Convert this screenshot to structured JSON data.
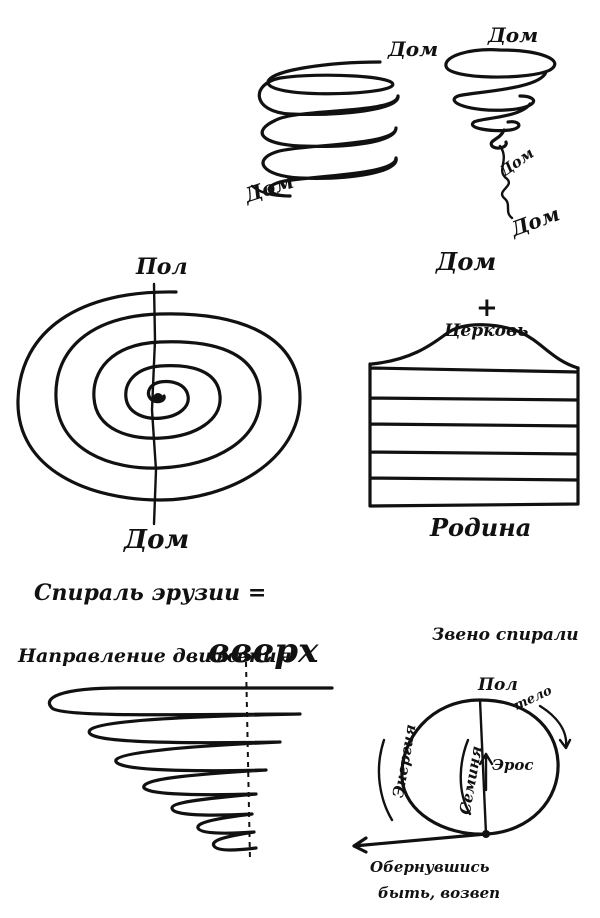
{
  "colors": {
    "ink": "#111111",
    "paper": "#ffffff"
  },
  "top_spirals": {
    "left_top_label": "Дом",
    "left_bottom_label": "Дом",
    "right_top_label": "Дом",
    "right_mid_label": "Дом",
    "right_bottom_label": "Дом"
  },
  "concentric": {
    "top_label": "Пол",
    "bottom_label": "Дом"
  },
  "layered_house": {
    "top_label": "Дом",
    "cross": "+",
    "dome_label": "Церковь",
    "bottom_label": "Родина"
  },
  "bottom_left": {
    "line1": "Спираль эрузии =",
    "line2": "Направление движения",
    "line2_big": "вверх"
  },
  "bottom_right": {
    "title": "Звено спирали",
    "top_label": "Пол",
    "top_sub": "тело",
    "left_label": "Энергия",
    "center_label": "Семиня",
    "right_label": "Эрос",
    "bottom_line1": "Обернувшись",
    "bottom_line2": "быть, возвеn"
  }
}
